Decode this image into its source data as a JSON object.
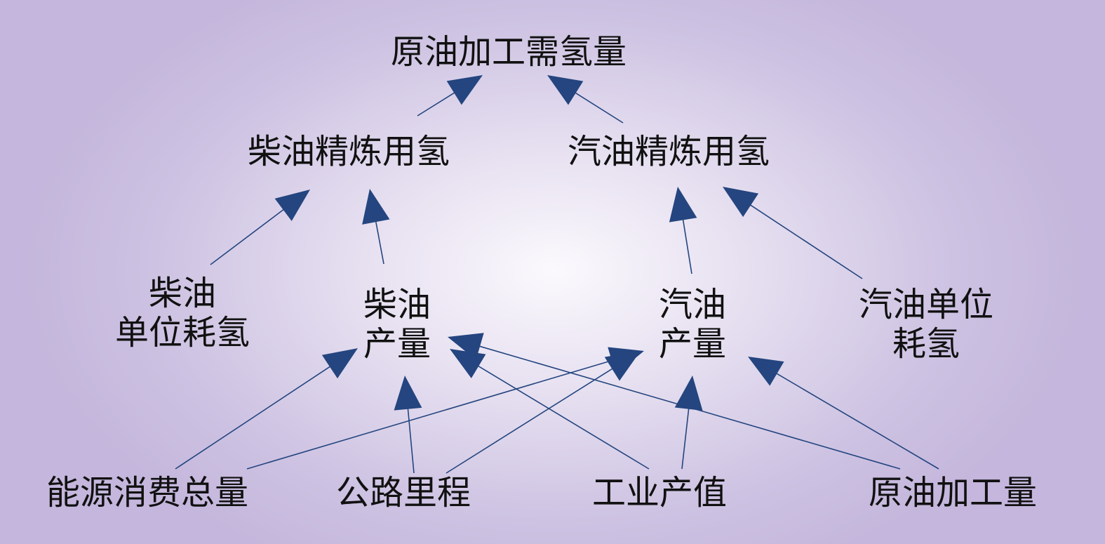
{
  "colors": {
    "arrow": "#24457f",
    "text": "#111111",
    "background": "#c8bbdf"
  },
  "nodes": {
    "top": {
      "label": "原油加工需氢量"
    },
    "diesel_refine": {
      "label": "柴油精炼用氢"
    },
    "gas_refine": {
      "label": "汽油精炼用氢"
    },
    "diesel_unit": {
      "line1": "柴油",
      "line2": "单位耗氢"
    },
    "diesel_out": {
      "line1": "柴油",
      "line2": "产量"
    },
    "gas_out": {
      "line1": "汽油",
      "line2": "产量"
    },
    "gas_unit": {
      "line1": "汽油单位",
      "line2": "耗氢"
    },
    "energy": {
      "label": "能源消费总量"
    },
    "road": {
      "label": "公路里程"
    },
    "industry": {
      "label": "工业产值"
    },
    "crude": {
      "label": "原油加工量"
    }
  },
  "edges": [
    {
      "from": "diesel_refine",
      "to": "top"
    },
    {
      "from": "gas_refine",
      "to": "top"
    },
    {
      "from": "diesel_unit",
      "to": "diesel_refine"
    },
    {
      "from": "diesel_out",
      "to": "diesel_refine"
    },
    {
      "from": "gas_out",
      "to": "gas_refine"
    },
    {
      "from": "gas_unit",
      "to": "gas_refine"
    },
    {
      "from": "energy",
      "to": "diesel_out"
    },
    {
      "from": "energy",
      "to": "gas_out"
    },
    {
      "from": "road",
      "to": "diesel_out"
    },
    {
      "from": "road",
      "to": "gas_out"
    },
    {
      "from": "industry",
      "to": "diesel_out"
    },
    {
      "from": "industry",
      "to": "gas_out"
    },
    {
      "from": "crude",
      "to": "diesel_out"
    },
    {
      "from": "crude",
      "to": "gas_out"
    }
  ]
}
